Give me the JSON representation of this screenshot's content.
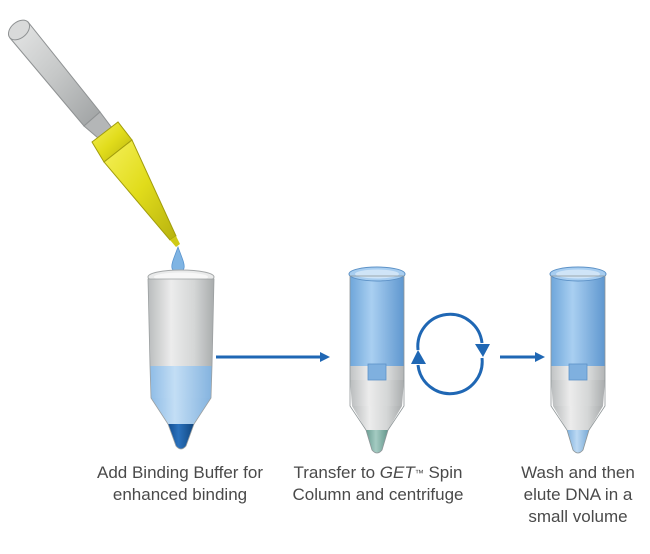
{
  "steps": [
    {
      "id": "add-binding-buffer",
      "lines": [
        "Add Binding Buffer for",
        "enhanced binding"
      ]
    },
    {
      "id": "transfer-to-spin-column",
      "lines_parts": [
        {
          "pre": "Transfer to ",
          "em": "GET",
          "sup": "™",
          "post": " Spin"
        },
        "Column and centrifuge"
      ],
      "line1_pre": "Transfer to ",
      "line1_em": "GET",
      "line1_sup": "™",
      "line1_post": " Spin",
      "line2": "Column and centrifuge"
    },
    {
      "id": "wash-and-elute",
      "lines": [
        "Wash and then",
        "elute DNA in a",
        "small volume"
      ]
    }
  ],
  "colors": {
    "arrow": "#1f67b4",
    "pipette_gray": "#c9cbcb",
    "pipette_yellow": "#e3de1c",
    "tube_gray": "#d6d8d8",
    "column_blue": "#8ebde8",
    "buffer_blue": "#a9cdee",
    "tip_dark_blue": "#1b5ca4",
    "tip_teal": "#83b4a9",
    "tip_light_blue": "#9bc5ea",
    "caption_text": "#4a4a4a"
  },
  "icons": [
    "pipette-icon",
    "tube-icon",
    "spin-column-icon",
    "arrow-right-icon",
    "cycle-arrows-icon"
  ]
}
